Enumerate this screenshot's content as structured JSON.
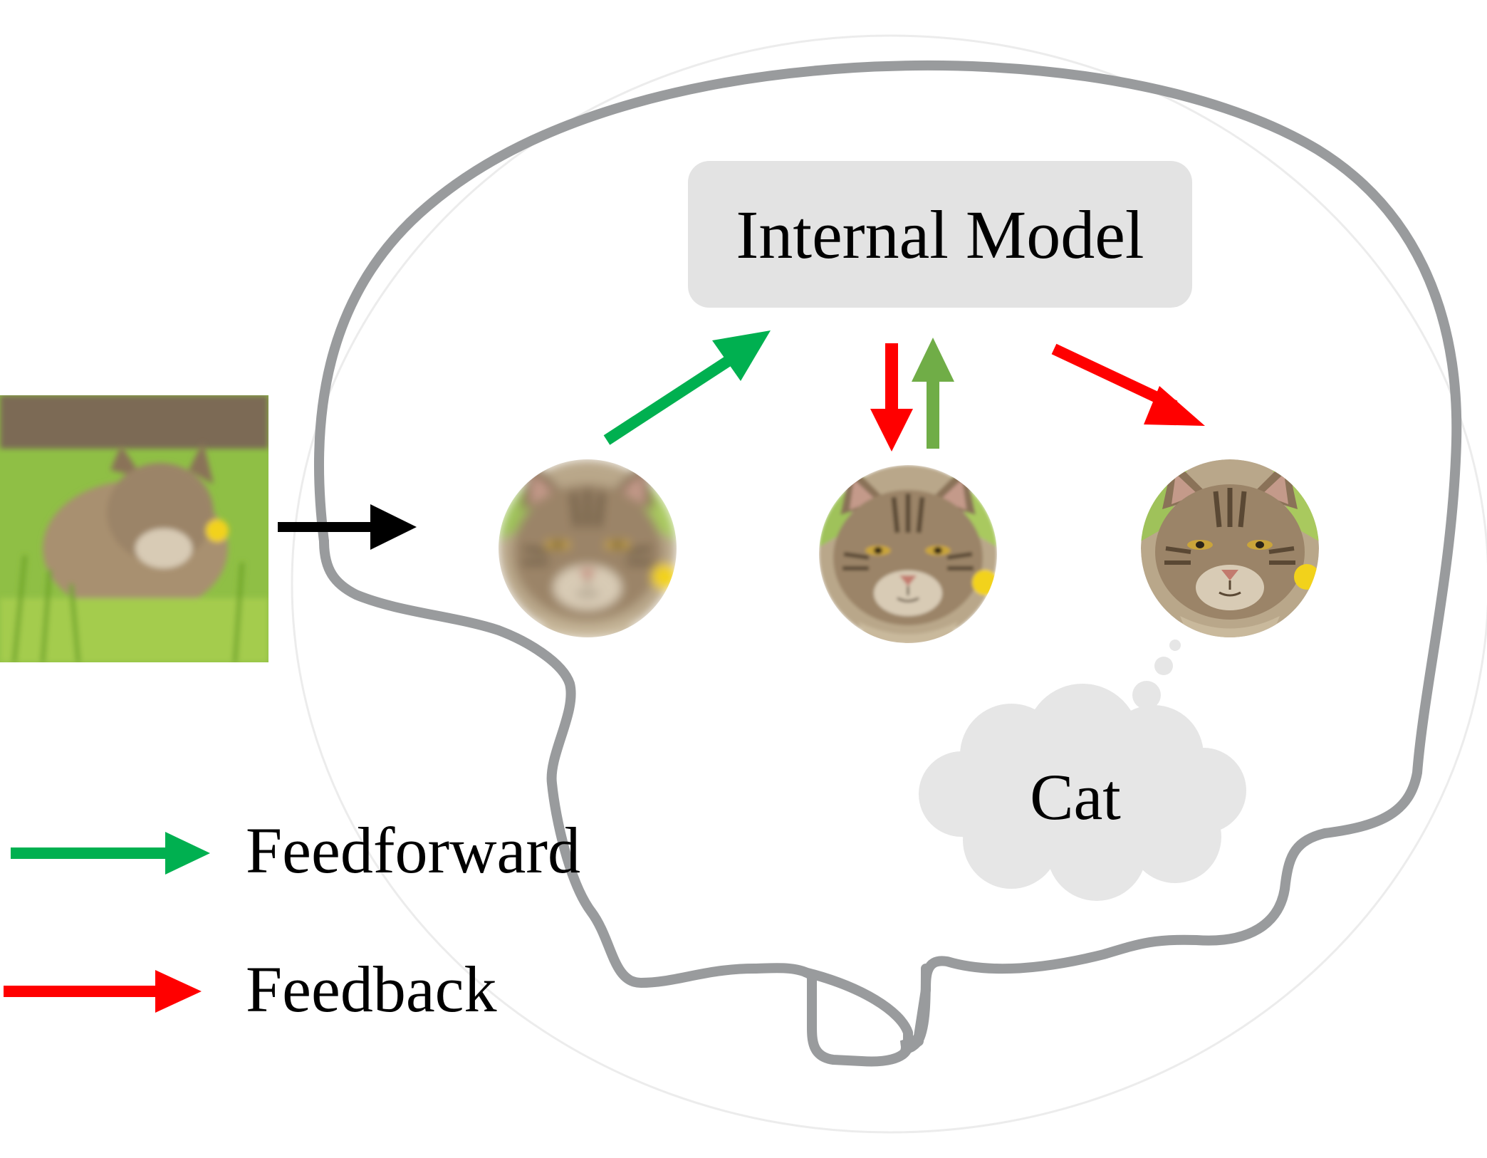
{
  "internal_model": {
    "label": "Internal Model"
  },
  "thought": {
    "label": "Cat"
  },
  "legend": {
    "feedforward": {
      "label": "Feedforward",
      "color": "#00b050"
    },
    "feedback": {
      "label": "Feedback",
      "color": "#ff0000"
    }
  },
  "colors": {
    "brain_outline": "#999b9d",
    "model_box": "#e3e3e3",
    "cloud": "#e6e6e6",
    "input_arrow": "#000000",
    "feedforward_up": "#70ad47"
  },
  "icons": {
    "input_image": "blurry-cat-photo",
    "stage_1": "very-blurry-cat-face",
    "stage_2": "less-blurry-cat-face",
    "stage_3": "sharp-cat-face"
  }
}
